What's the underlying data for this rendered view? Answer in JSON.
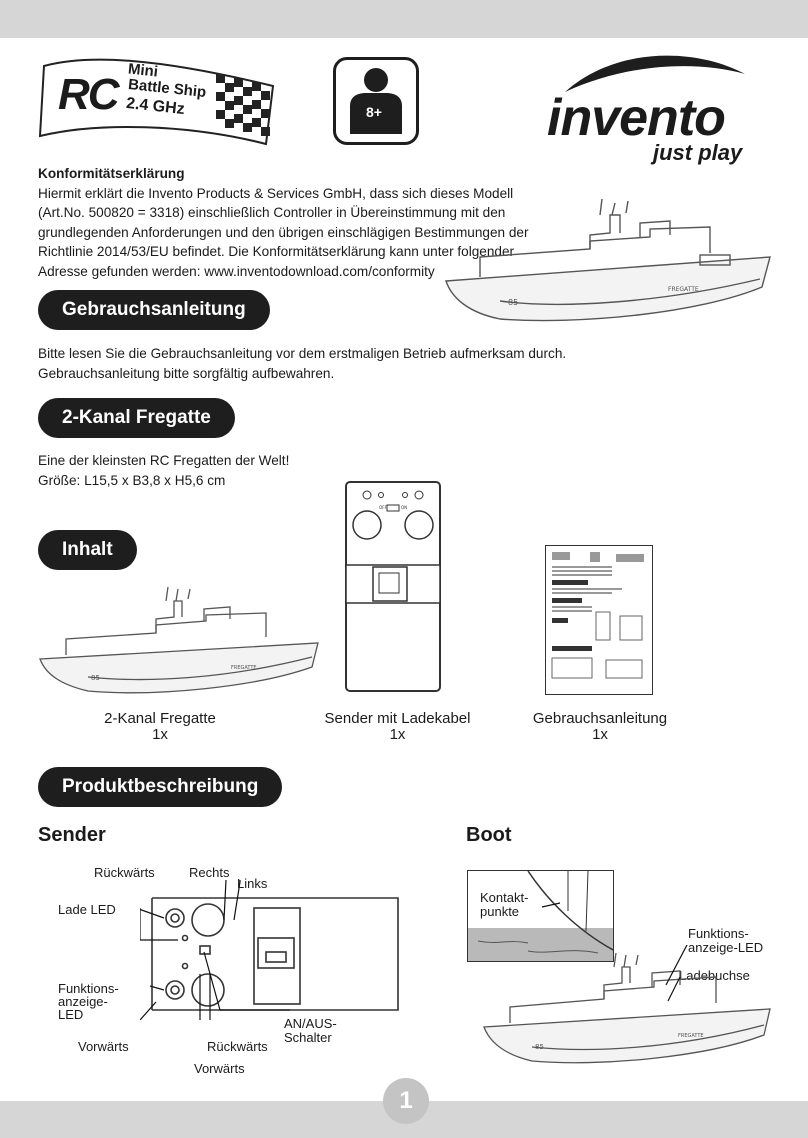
{
  "logo": {
    "rc": "RC",
    "line1": "Mini",
    "line2": "Battle Ship",
    "line3": "2.4 GHz"
  },
  "age": {
    "label": "8+"
  },
  "brand": {
    "name": "invento",
    "tagline": "just play"
  },
  "conformity": {
    "title": "Konformitätserklärung",
    "lines": [
      "Hiermit erklärt die Invento Products & Services GmbH, dass sich dieses Modell",
      "(Art.No. 500820 = 3318) einschließlich Controller in Übereinstimmung mit den",
      "grundlegenden Anforderungen und den übrigen einschlägigen Bestimmungen der",
      "Richtlinie 2014/53/EU befindet. Die Konformitätserklärung kann unter folgender",
      "Adresse gefunden werden: www.inventodownload.com/conformity"
    ]
  },
  "sections": {
    "manual": "Gebrauchsanleitung",
    "product": "2-Kanal Fregatte",
    "contents": "Inhalt",
    "description": "Produktbeschreibung"
  },
  "manual_text": [
    "Bitte lesen Sie die Gebrauchsanleitung vor dem erstmaligen Betrieb aufmerksam durch.",
    "Gebrauchsanleitung bitte sorgfältig aufbewahren."
  ],
  "product_text": [
    "Eine der kleinsten RC Fregatten der Welt!",
    "Größe: L15,5 x B3,8 x H5,6 cm"
  ],
  "contents_items": [
    {
      "name": "2-Kanal Fregatte",
      "qty": "1x"
    },
    {
      "name": "Sender mit Ladekabel",
      "qty": "1x"
    },
    {
      "name": "Gebrauchsanleitung",
      "qty": "1x"
    }
  ],
  "ship_labels": {
    "hull_number": "85",
    "side_text": "FREGATTE"
  },
  "remote_labels": {
    "off": "OFF",
    "on": "ON"
  },
  "sender": {
    "title": "Sender",
    "labels": {
      "rueckwaerts_top": "Rückwärts",
      "rechts": "Rechts",
      "links": "Links",
      "lade_led": "Lade LED",
      "funktions1": "Funktions-",
      "funktions2": "anzeige-",
      "funktions3": "LED",
      "vorwaerts_left": "Vorwärts",
      "rueckwaerts_bottom": "Rückwärts",
      "vorwaerts_bottom": "Vorwärts",
      "an_aus1": "AN/AUS-",
      "an_aus2": "Schalter"
    }
  },
  "boot": {
    "title": "Boot",
    "labels": {
      "kontakt1": "Kontakt-",
      "kontakt2": "punkte",
      "funktions1": "Funktions-",
      "funktions2": "anzeige-LED",
      "ladebuchse": "Ladebuchse"
    }
  },
  "page": {
    "number": "1"
  },
  "colors": {
    "pill": "#1e1e1e",
    "bars": "#d6d6d6",
    "text": "#1b1b1b",
    "water": "#b9b9b9"
  }
}
